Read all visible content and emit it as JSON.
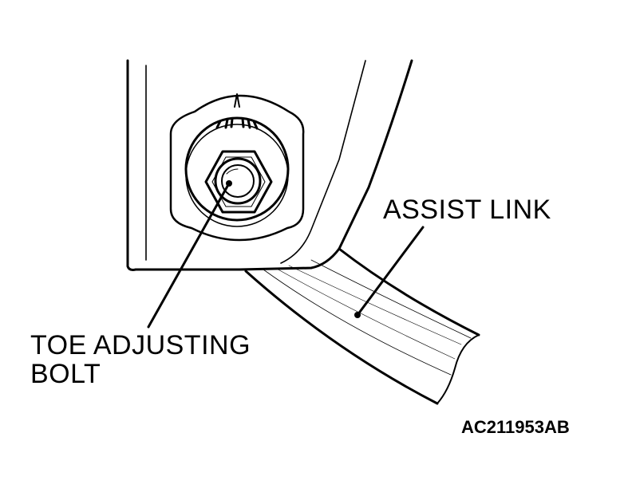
{
  "labels": {
    "assist_link": "ASSIST LINK",
    "toe_bolt_line1": "TOE ADJUSTING",
    "toe_bolt_line2": "BOLT",
    "figure_code": "AC211953AB"
  },
  "colors": {
    "ink": "#000000",
    "paper": "#ffffff"
  }
}
